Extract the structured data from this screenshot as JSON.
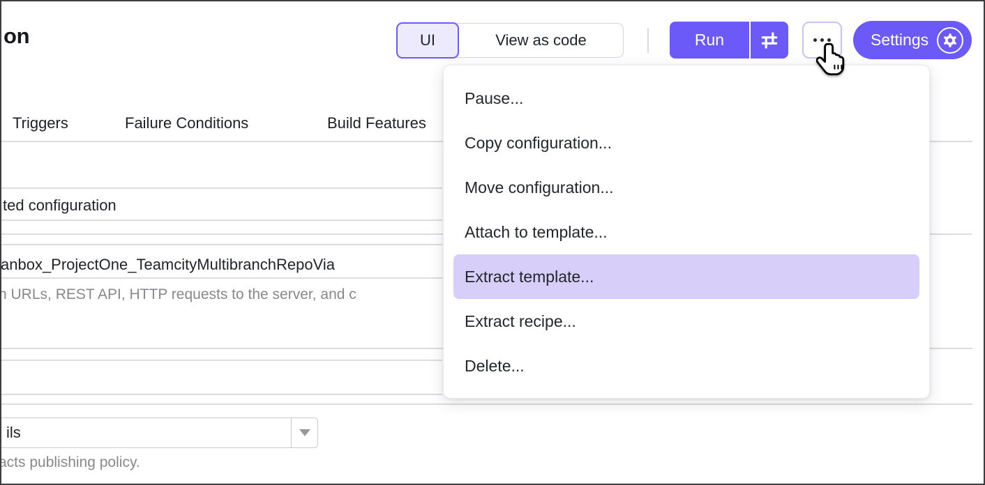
{
  "header": {
    "title_fragment": "on",
    "view_toggle": {
      "ui": "UI",
      "code": "View as code"
    },
    "run_label": "Run",
    "settings_label": "Settings"
  },
  "tabs": [
    {
      "label": "Triggers"
    },
    {
      "label": "Failure Conditions"
    },
    {
      "label": "Build Features"
    }
  ],
  "form": {
    "row1_text": "ted configuration",
    "build_id_value": "anbox_ProjectOne_TeamcityMultibranchRepoVia",
    "build_id_hint": "n URLs, REST API, HTTP requests to the server, and c",
    "select_value": "ils",
    "select_hint": "acts publishing policy."
  },
  "menu": {
    "items": [
      {
        "label": "Pause...",
        "highlighted": false
      },
      {
        "label": "Copy configuration...",
        "highlighted": false
      },
      {
        "label": "Move configuration...",
        "highlighted": false
      },
      {
        "label": "Attach to template...",
        "highlighted": false
      },
      {
        "label": "Extract template...",
        "highlighted": true
      },
      {
        "label": "Extract recipe...",
        "highlighted": false
      },
      {
        "label": "Delete...",
        "highlighted": false
      }
    ]
  },
  "colors": {
    "accent": "#6b5af7",
    "accent_light_bg": "#edeafe",
    "menu_highlight": "#d7cefa",
    "separator": "#dbdbe1",
    "text": "#1f2329",
    "muted_text": "#87878d"
  }
}
